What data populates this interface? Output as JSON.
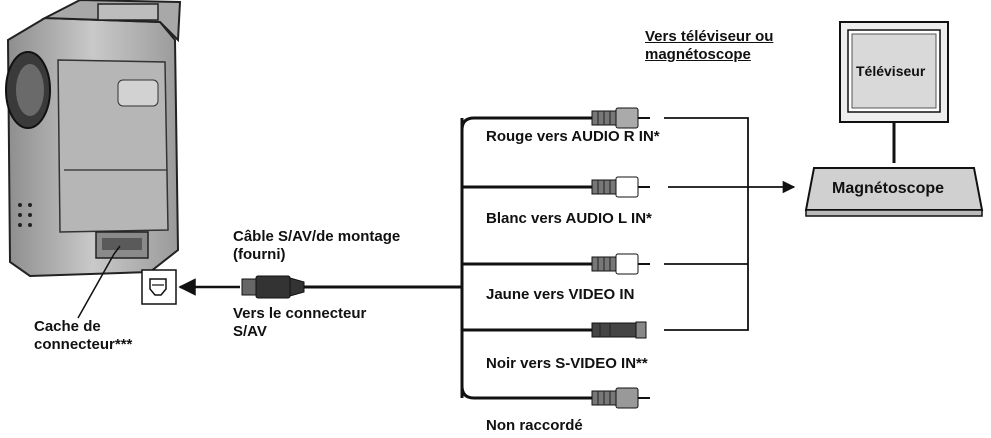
{
  "labels": {
    "destination_heading_line1": "Vers téléviseur ou",
    "destination_heading_line2": "magnétoscope",
    "tv": "Téléviseur",
    "vcr": "Magnétoscope",
    "red_plug": "Rouge vers AUDIO R IN*",
    "white_plug": "Blanc vers AUDIO L IN*",
    "yellow_plug": "Jaune vers VIDEO IN",
    "black_plug": "Noir vers S-VIDEO IN**",
    "unused_plug": "Non raccordé",
    "cable_line1": "Câble S/AV/de montage",
    "cable_line2": "(fourni)",
    "connector_line1": "Vers le connecteur",
    "connector_line2": "S/AV",
    "cover_line1": "Cache de",
    "cover_line2": "connecteur***"
  }
}
